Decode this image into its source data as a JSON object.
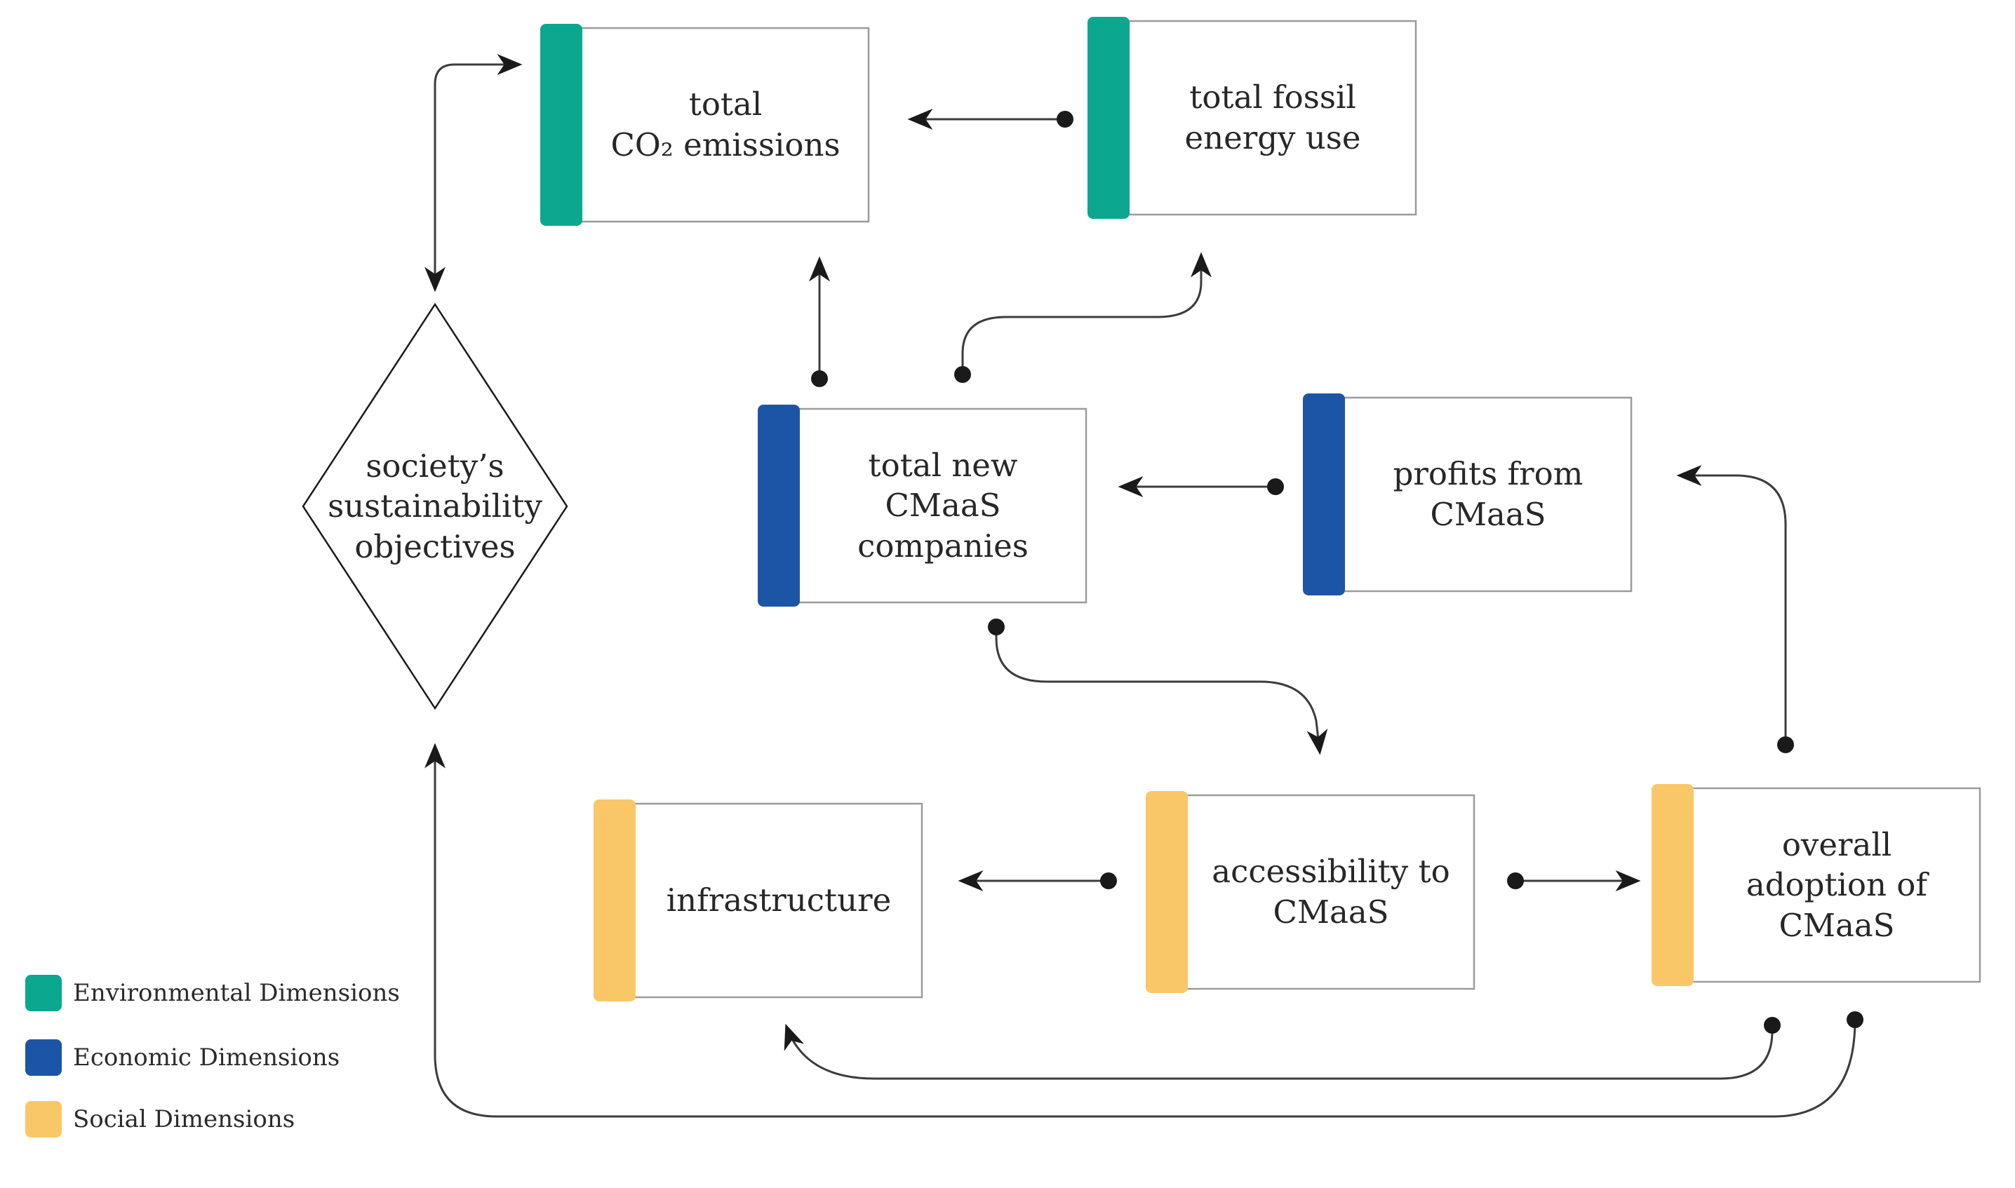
{
  "diagram": {
    "nodes": {
      "co2": {
        "label": "total\nCO₂ emissions",
        "category": "Environmental"
      },
      "fossil": {
        "label": "total fossil\nenergy use",
        "category": "Environmental"
      },
      "new_companies": {
        "label": "total new\nCMaaS\ncompanies",
        "category": "Economic"
      },
      "profits": {
        "label": "profits from\nCMaaS",
        "category": "Economic"
      },
      "infrastructure": {
        "label": "infrastructure",
        "category": "Social"
      },
      "accessibility": {
        "label": "accessibility to\nCMaaS",
        "category": "Social"
      },
      "adoption": {
        "label": "overall\nadoption of\nCMaaS",
        "category": "Social"
      }
    },
    "decision": {
      "label": "society’s\nsustainability\nobjectives"
    },
    "legend": {
      "environmental": {
        "label": "Environmental Dimensions"
      },
      "economic": {
        "label": "Economic Dimensions"
      },
      "social": {
        "label": "Social Dimensions"
      }
    },
    "colors": {
      "environmental": "#0ca78f",
      "economic": "#1d55a6",
      "social": "#fac768",
      "box_border": "#9b9b9b",
      "line": "#3c3c3c",
      "arrow": "#1a1a1a"
    }
  }
}
